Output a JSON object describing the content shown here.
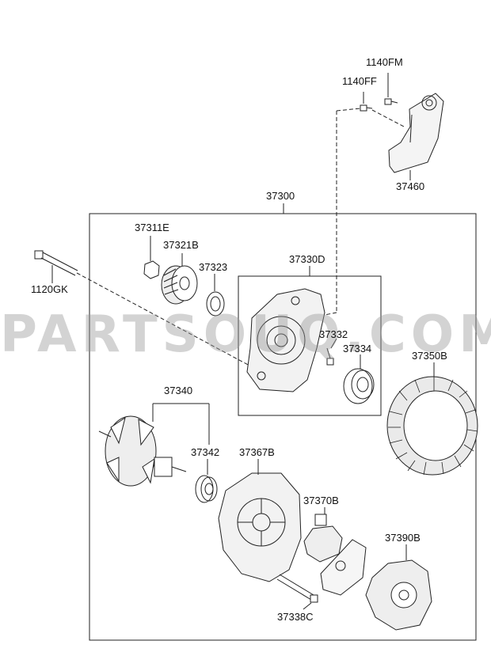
{
  "watermark": "PARTSOUQ.COM",
  "labels": {
    "p1140FM": "1140FM",
    "p1140FF": "1140FF",
    "p37460": "37460",
    "p37300": "37300",
    "p37311E": "37311E",
    "p37321B": "37321B",
    "p37323": "37323",
    "p1120GK": "1120GK",
    "p37330D": "37330D",
    "p37332": "37332",
    "p37334": "37334",
    "p37350B": "37350B",
    "p37340": "37340",
    "p37342": "37342",
    "p37367B": "37367B",
    "p37370B": "37370B",
    "p37390B": "37390B",
    "p37338C": "37338C"
  },
  "colors": {
    "line": "#222222",
    "fill": "#f2f2f2",
    "watermark": "#969696"
  }
}
